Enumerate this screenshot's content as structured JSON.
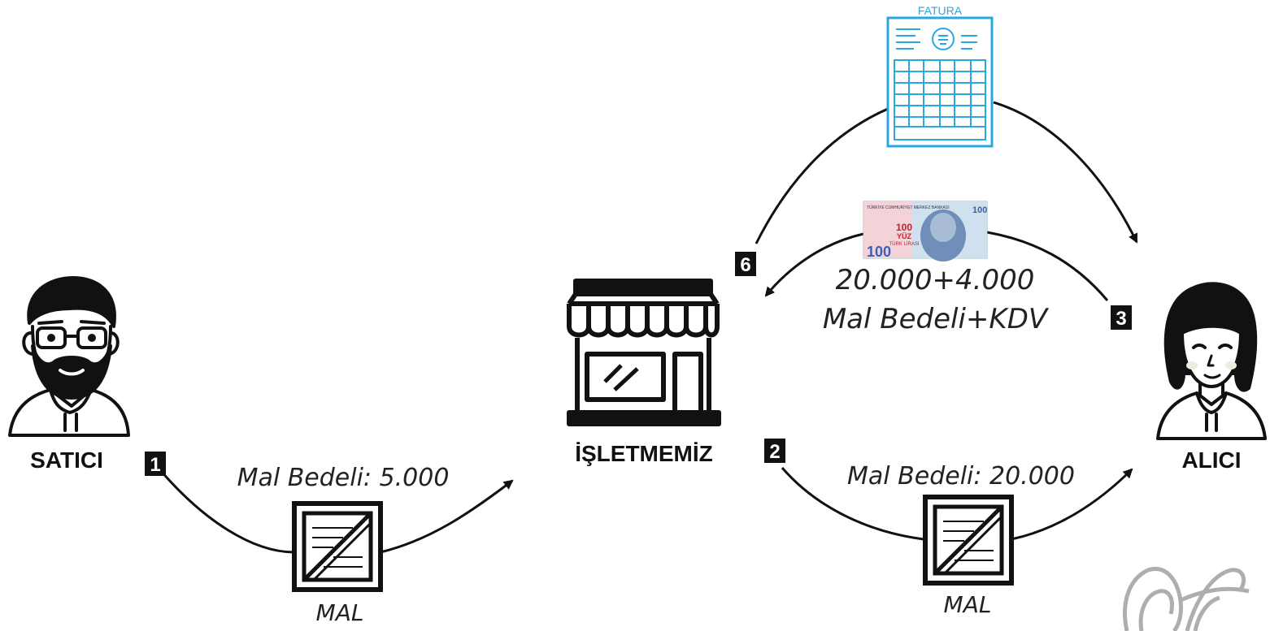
{
  "actors": {
    "seller": "SATICI",
    "business": "İŞLETMEMİZ",
    "buyer": "ALICI"
  },
  "steps": {
    "step1": "1",
    "step2": "2",
    "step3": "3",
    "step6": "6"
  },
  "flows": {
    "purchase_price": "Mal Bedeli: 5.000",
    "purchase_goods": "MAL",
    "sale_price": "Mal Bedeli: 20.000",
    "sale_goods": "MAL",
    "payment_amount": "20.000+4.000",
    "payment_desc": "Mal Bedeli+KDV"
  },
  "invoice": {
    "title": "FATURA"
  },
  "banknote": {
    "value": "100",
    "word": "YÜZ",
    "currency": "TÜRK LİRASI",
    "bank": "TÜRKİYE CUMHURİYET MERKEZ BANKASI"
  },
  "colors": {
    "invoice": "#29a8e0",
    "line": "#111111",
    "badge": "#111111",
    "banknote_blue": "#3b5fb3"
  }
}
